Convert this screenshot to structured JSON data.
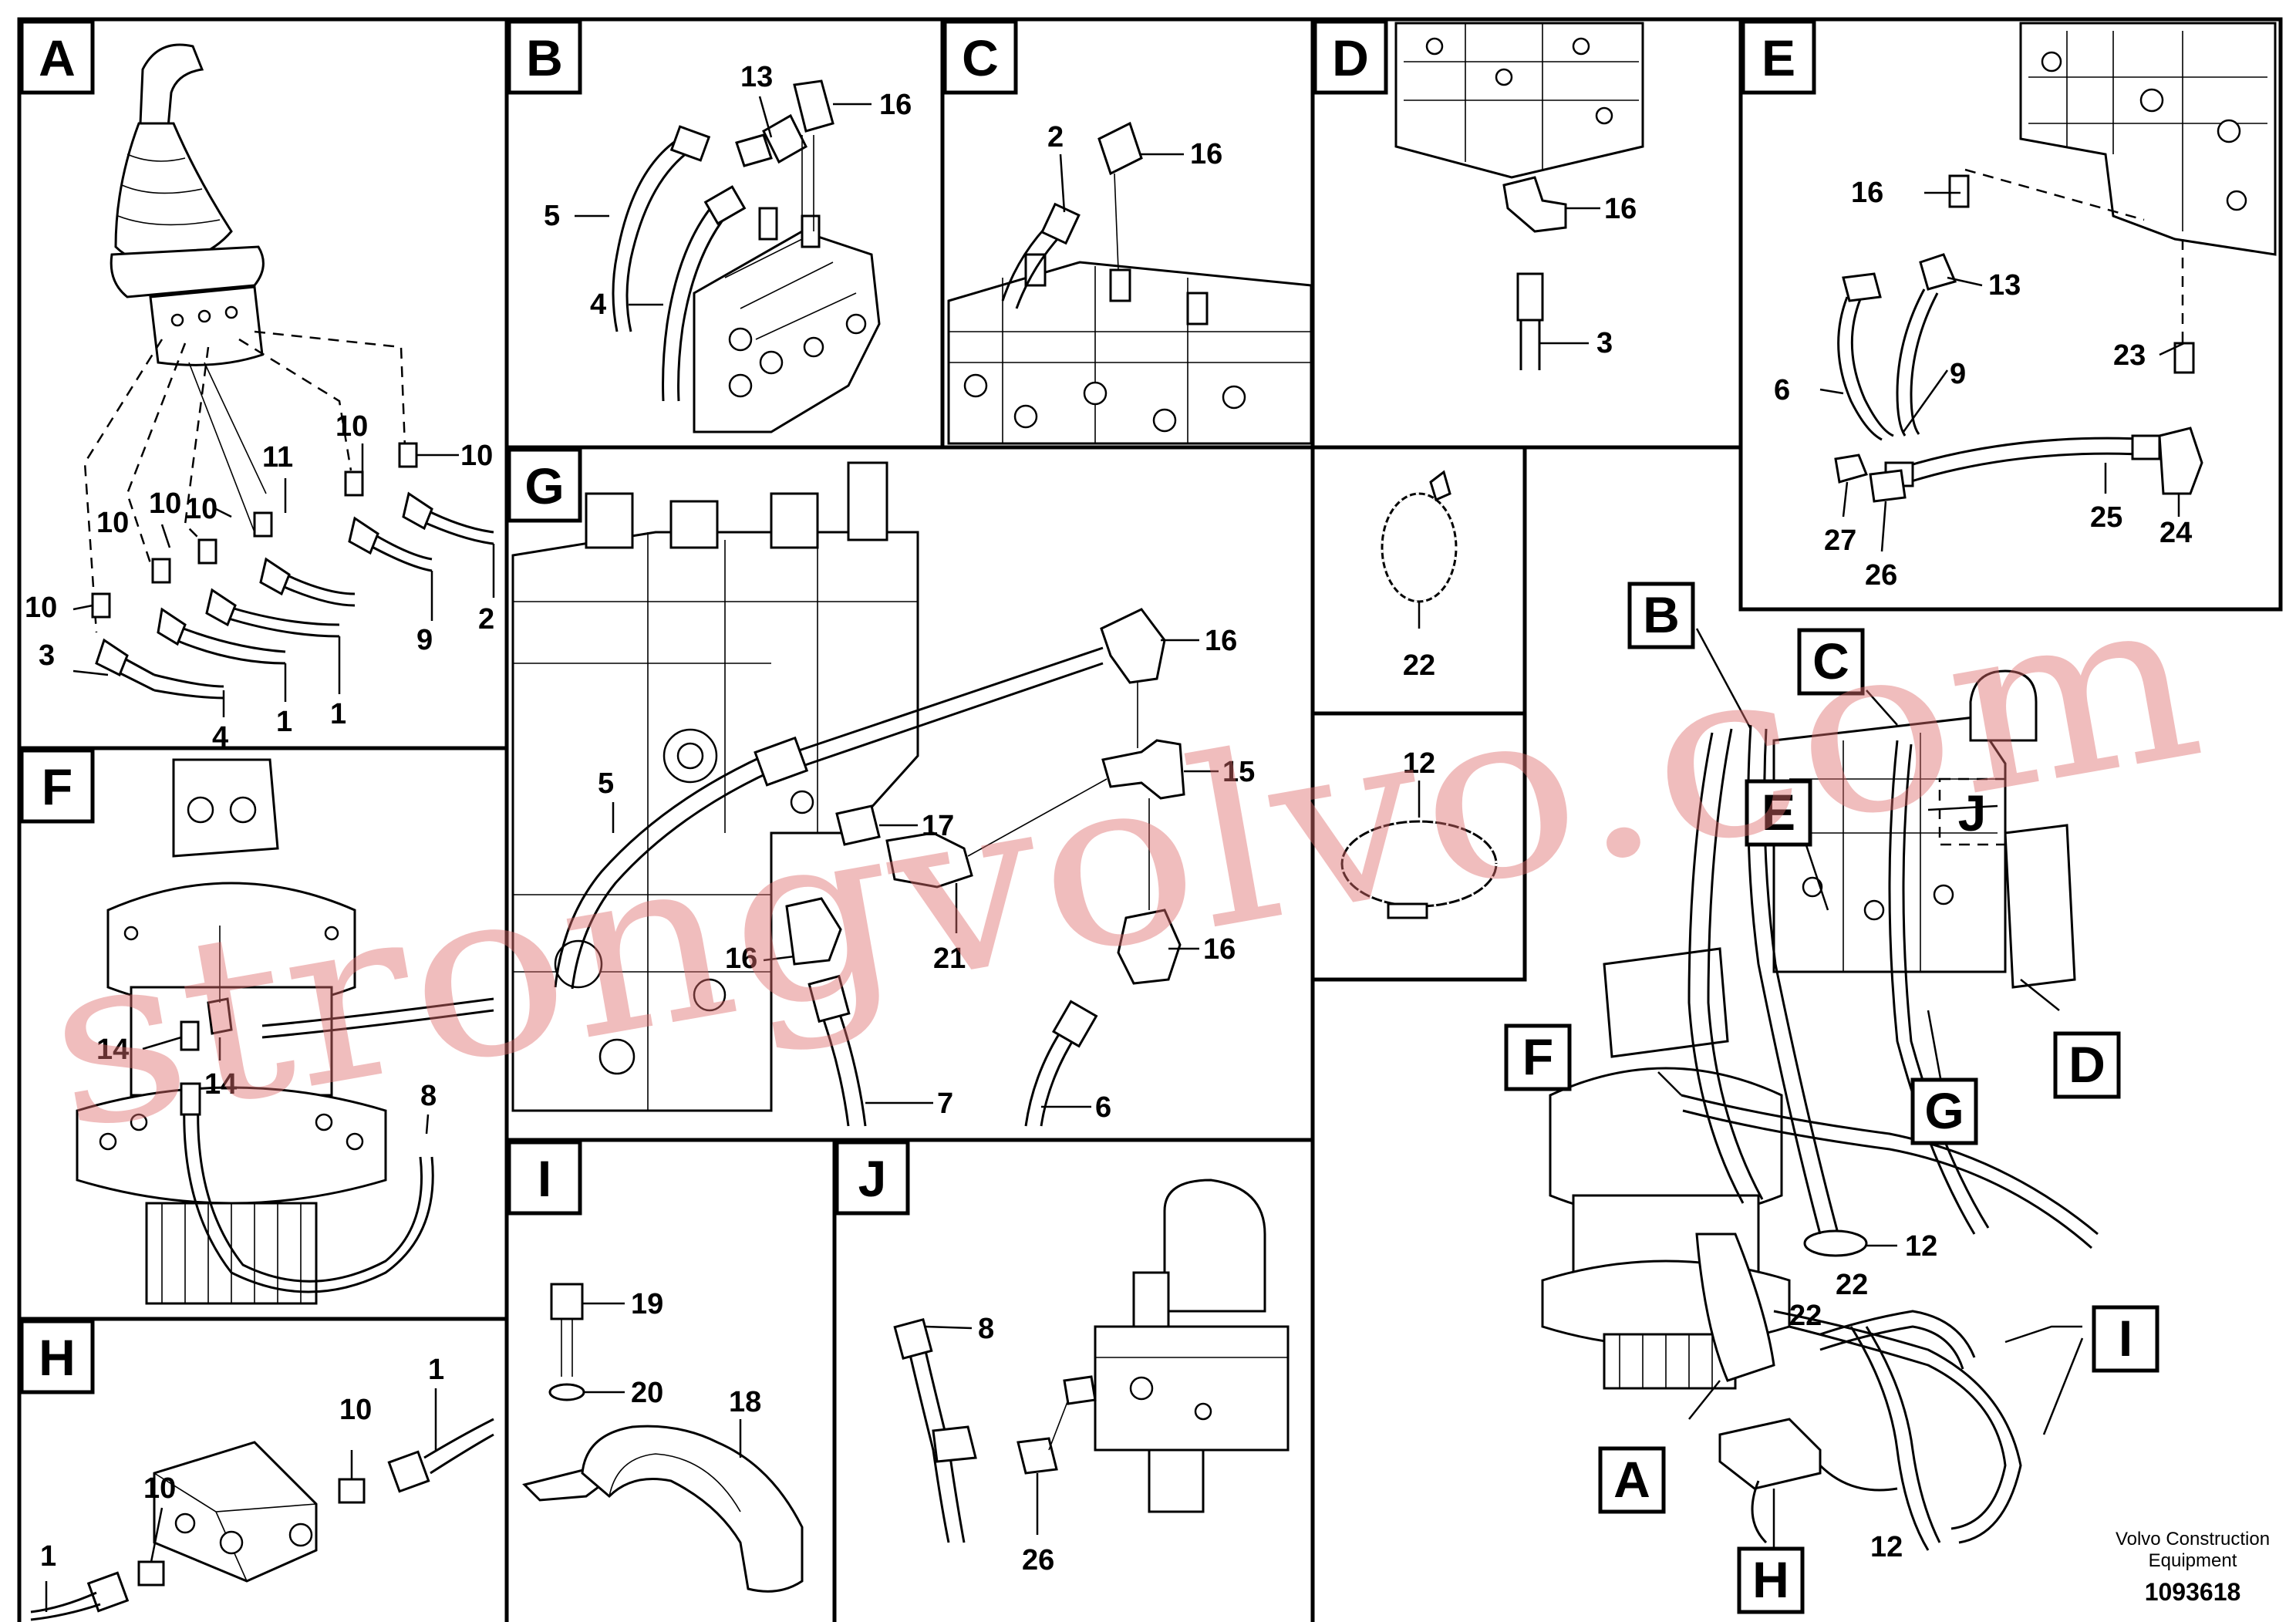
{
  "panels": {
    "A": {
      "letter": "A",
      "callouts": [
        "10",
        "10",
        "10",
        "11",
        "10",
        "10",
        "10",
        "3",
        "4",
        "1",
        "1",
        "9",
        "2"
      ]
    },
    "B": {
      "letter": "B",
      "callouts": [
        "13",
        "16",
        "5",
        "4"
      ]
    },
    "C": {
      "letter": "C",
      "callouts": [
        "2",
        "16"
      ]
    },
    "D": {
      "letter": "D",
      "callouts": [
        "16",
        "3"
      ]
    },
    "E": {
      "letter": "E",
      "callouts": [
        "16",
        "13",
        "9",
        "6",
        "23",
        "25",
        "27",
        "26",
        "24"
      ]
    },
    "G": {
      "letter": "G",
      "callouts": [
        "16",
        "5",
        "15",
        "17",
        "16",
        "21",
        "16",
        "7",
        "6"
      ]
    },
    "F": {
      "letter": "F",
      "callouts": [
        "14",
        "14",
        "8"
      ]
    },
    "H": {
      "letter": "H",
      "callouts": [
        "1",
        "10",
        "10",
        "1"
      ]
    },
    "I": {
      "letter": "I",
      "callouts": [
        "19",
        "20",
        "18"
      ]
    },
    "J": {
      "letter": "J",
      "callouts": [
        "8",
        "26"
      ]
    },
    "tie": {
      "callouts": [
        "22"
      ]
    },
    "clamp": {
      "callouts": [
        "12"
      ]
    }
  },
  "overview": {
    "view_labels": [
      "B",
      "C",
      "E",
      "J",
      "F",
      "G",
      "D",
      "A",
      "H",
      "I"
    ],
    "callouts": [
      "12",
      "22",
      "22",
      "12"
    ]
  },
  "watermark": "strongvolvo.com",
  "footer": {
    "maker_line1": "Volvo Construction",
    "maker_line2": "Equipment",
    "drawing_number": "1093618"
  }
}
